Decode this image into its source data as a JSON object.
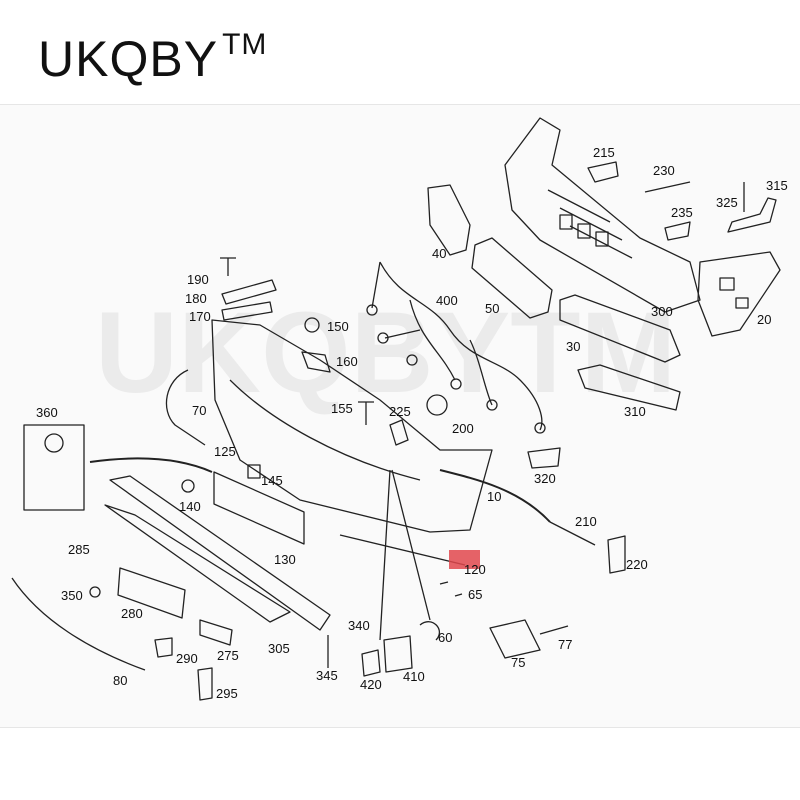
{
  "header": {
    "brand": "UKQBY",
    "tm": "TM"
  },
  "watermark": "UKQBYTM",
  "callouts": [
    "215",
    "230",
    "315",
    "325",
    "235",
    "40",
    "190",
    "180",
    "170",
    "400",
    "50",
    "150",
    "300",
    "20",
    "160",
    "30",
    "360",
    "70",
    "155",
    "225",
    "200",
    "310",
    "125",
    "145",
    "140",
    "320",
    "10",
    "210",
    "130",
    "220",
    "285",
    "120",
    "350",
    "65",
    "280",
    "340",
    "305",
    "60",
    "77",
    "290",
    "275",
    "75",
    "345",
    "410",
    "420",
    "80",
    "295"
  ],
  "highlight_color": "#e0474c"
}
